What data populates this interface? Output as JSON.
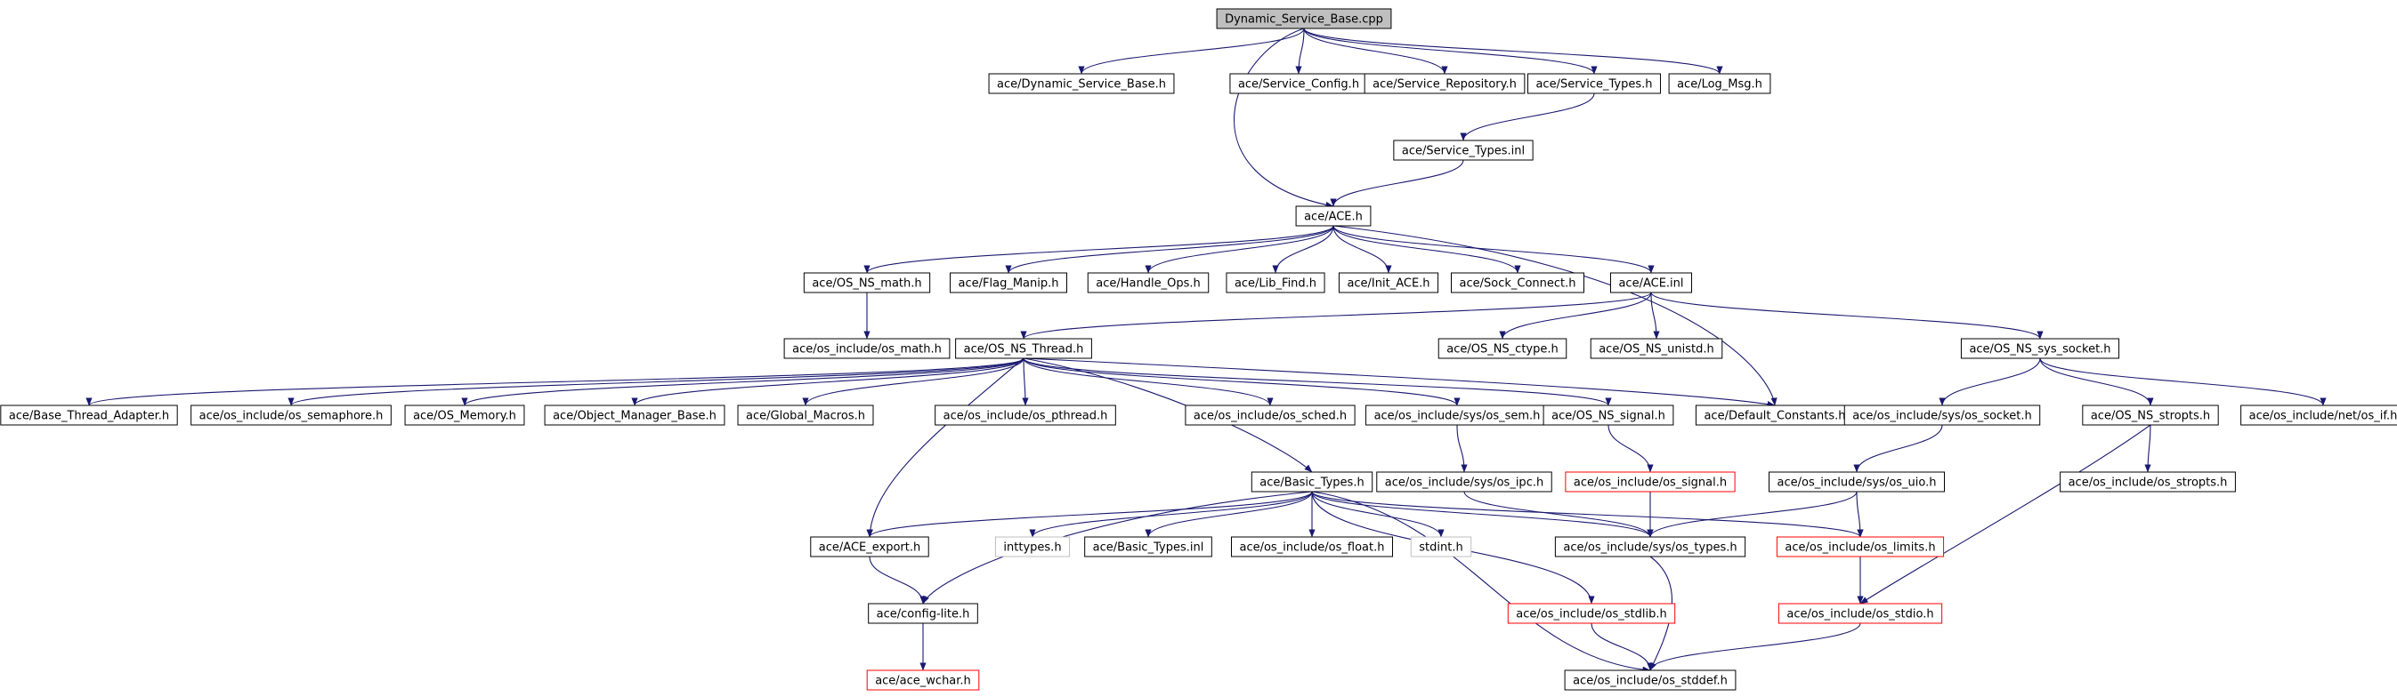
{
  "title": "Dynamic_Service_Base.cpp",
  "colors": {
    "edge": "#191970",
    "root_fill": "#bfbfbf",
    "node_border": "#000000",
    "missing_border": "#ff0000",
    "system_border": "#bfbfbf"
  },
  "nodes": {
    "n_root": {
      "label": "Dynamic_Service_Base.cpp",
      "kind": "root"
    },
    "n_dsb_h": {
      "label": "ace/Dynamic_Service_Base.h",
      "kind": "normal"
    },
    "n_svc_config": {
      "label": "ace/Service_Config.h",
      "kind": "normal"
    },
    "n_svc_repo": {
      "label": "ace/Service_Repository.h",
      "kind": "normal"
    },
    "n_svc_types": {
      "label": "ace/Service_Types.h",
      "kind": "normal"
    },
    "n_log_msg": {
      "label": "ace/Log_Msg.h",
      "kind": "normal"
    },
    "n_svc_types_inl": {
      "label": "ace/Service_Types.inl",
      "kind": "normal"
    },
    "n_ace_h": {
      "label": "ace/ACE.h",
      "kind": "normal"
    },
    "n_os_ns_math": {
      "label": "ace/OS_NS_math.h",
      "kind": "normal"
    },
    "n_flag_manip": {
      "label": "ace/Flag_Manip.h",
      "kind": "normal"
    },
    "n_handle_ops": {
      "label": "ace/Handle_Ops.h",
      "kind": "normal"
    },
    "n_lib_find": {
      "label": "ace/Lib_Find.h",
      "kind": "normal"
    },
    "n_init_ace": {
      "label": "ace/Init_ACE.h",
      "kind": "normal"
    },
    "n_sock_connect": {
      "label": "ace/Sock_Connect.h",
      "kind": "normal"
    },
    "n_ace_inl": {
      "label": "ace/ACE.inl",
      "kind": "normal"
    },
    "n_os_math": {
      "label": "ace/os_include/os_math.h",
      "kind": "normal"
    },
    "n_os_ns_thread": {
      "label": "ace/OS_NS_Thread.h",
      "kind": "normal"
    },
    "n_os_ns_ctype": {
      "label": "ace/OS_NS_ctype.h",
      "kind": "normal"
    },
    "n_os_ns_unistd": {
      "label": "ace/OS_NS_unistd.h",
      "kind": "normal"
    },
    "n_os_ns_sys_socket": {
      "label": "ace/OS_NS_sys_socket.h",
      "kind": "normal"
    },
    "n_base_thread_adapter": {
      "label": "ace/Base_Thread_Adapter.h",
      "kind": "normal"
    },
    "n_os_semaphore": {
      "label": "ace/os_include/os_semaphore.h",
      "kind": "normal"
    },
    "n_os_memory": {
      "label": "ace/OS_Memory.h",
      "kind": "normal"
    },
    "n_object_manager_base": {
      "label": "ace/Object_Manager_Base.h",
      "kind": "normal"
    },
    "n_global_macros": {
      "label": "ace/Global_Macros.h",
      "kind": "normal"
    },
    "n_os_pthread": {
      "label": "ace/os_include/os_pthread.h",
      "kind": "normal"
    },
    "n_os_sched": {
      "label": "ace/os_include/os_sched.h",
      "kind": "normal"
    },
    "n_os_sem": {
      "label": "ace/os_include/sys/os_sem.h",
      "kind": "normal"
    },
    "n_os_ns_signal": {
      "label": "ace/OS_NS_signal.h",
      "kind": "normal"
    },
    "n_default_constants": {
      "label": "ace/Default_Constants.h",
      "kind": "normal"
    },
    "n_os_sys_socket": {
      "label": "ace/os_include/sys/os_socket.h",
      "kind": "normal"
    },
    "n_os_ns_stropts": {
      "label": "ace/OS_NS_stropts.h",
      "kind": "normal"
    },
    "n_os_net_if": {
      "label": "ace/os_include/net/os_if.h",
      "kind": "normal"
    },
    "n_basic_types": {
      "label": "ace/Basic_Types.h",
      "kind": "normal"
    },
    "n_os_ipc": {
      "label": "ace/os_include/sys/os_ipc.h",
      "kind": "normal"
    },
    "n_os_signal": {
      "label": "ace/os_include/os_signal.h",
      "kind": "missing"
    },
    "n_os_uio": {
      "label": "ace/os_include/sys/os_uio.h",
      "kind": "normal"
    },
    "n_os_stropts": {
      "label": "ace/os_include/os_stropts.h",
      "kind": "normal"
    },
    "n_ace_export": {
      "label": "ace/ACE_export.h",
      "kind": "normal"
    },
    "n_inttypes": {
      "label": "inttypes.h",
      "kind": "system"
    },
    "n_basic_types_inl": {
      "label": "ace/Basic_Types.inl",
      "kind": "normal"
    },
    "n_os_float": {
      "label": "ace/os_include/os_float.h",
      "kind": "normal"
    },
    "n_stdint": {
      "label": "stdint.h",
      "kind": "system"
    },
    "n_os_sys_types": {
      "label": "ace/os_include/sys/os_types.h",
      "kind": "normal"
    },
    "n_os_limits": {
      "label": "ace/os_include/os_limits.h",
      "kind": "missing"
    },
    "n_config_lite": {
      "label": "ace/config-lite.h",
      "kind": "normal"
    },
    "n_os_stdlib": {
      "label": "ace/os_include/os_stdlib.h",
      "kind": "missing"
    },
    "n_os_stdio": {
      "label": "ace/os_include/os_stdio.h",
      "kind": "missing"
    },
    "n_ace_wchar": {
      "label": "ace/ace_wchar.h",
      "kind": "missing"
    },
    "n_os_stddef": {
      "label": "ace/os_include/os_stddef.h",
      "kind": "normal"
    }
  },
  "edges": [
    [
      "n_root",
      "n_dsb_h"
    ],
    [
      "n_root",
      "n_svc_config"
    ],
    [
      "n_root",
      "n_svc_repo"
    ],
    [
      "n_root",
      "n_svc_types"
    ],
    [
      "n_root",
      "n_log_msg"
    ],
    [
      "n_root",
      "n_ace_h"
    ],
    [
      "n_svc_types",
      "n_svc_types_inl"
    ],
    [
      "n_svc_types_inl",
      "n_ace_h"
    ],
    [
      "n_ace_h",
      "n_os_ns_math"
    ],
    [
      "n_ace_h",
      "n_flag_manip"
    ],
    [
      "n_ace_h",
      "n_handle_ops"
    ],
    [
      "n_ace_h",
      "n_lib_find"
    ],
    [
      "n_ace_h",
      "n_init_ace"
    ],
    [
      "n_ace_h",
      "n_sock_connect"
    ],
    [
      "n_ace_h",
      "n_ace_inl"
    ],
    [
      "n_ace_h",
      "n_default_constants"
    ],
    [
      "n_os_ns_math",
      "n_os_math"
    ],
    [
      "n_ace_inl",
      "n_os_ns_thread"
    ],
    [
      "n_ace_inl",
      "n_os_ns_ctype"
    ],
    [
      "n_ace_inl",
      "n_os_ns_unistd"
    ],
    [
      "n_ace_inl",
      "n_os_ns_sys_socket"
    ],
    [
      "n_os_ns_thread",
      "n_base_thread_adapter"
    ],
    [
      "n_os_ns_thread",
      "n_os_semaphore"
    ],
    [
      "n_os_ns_thread",
      "n_os_memory"
    ],
    [
      "n_os_ns_thread",
      "n_object_manager_base"
    ],
    [
      "n_os_ns_thread",
      "n_global_macros"
    ],
    [
      "n_os_ns_thread",
      "n_os_pthread"
    ],
    [
      "n_os_ns_thread",
      "n_os_sched"
    ],
    [
      "n_os_ns_thread",
      "n_os_sem"
    ],
    [
      "n_os_ns_thread",
      "n_os_ns_signal"
    ],
    [
      "n_os_ns_thread",
      "n_default_constants"
    ],
    [
      "n_os_ns_thread",
      "n_basic_types"
    ],
    [
      "n_os_ns_thread",
      "n_ace_export"
    ],
    [
      "n_os_ns_sys_socket",
      "n_os_sys_socket"
    ],
    [
      "n_os_ns_sys_socket",
      "n_os_ns_stropts"
    ],
    [
      "n_os_ns_sys_socket",
      "n_os_net_if"
    ],
    [
      "n_os_sem",
      "n_os_ipc"
    ],
    [
      "n_os_ns_signal",
      "n_os_signal"
    ],
    [
      "n_os_sys_socket",
      "n_os_uio"
    ],
    [
      "n_os_ns_stropts",
      "n_os_stropts"
    ],
    [
      "n_os_ns_stropts",
      "n_os_stdio"
    ],
    [
      "n_basic_types",
      "n_ace_export"
    ],
    [
      "n_basic_types",
      "n_inttypes"
    ],
    [
      "n_basic_types",
      "n_basic_types_inl"
    ],
    [
      "n_basic_types",
      "n_os_float"
    ],
    [
      "n_basic_types",
      "n_stdint"
    ],
    [
      "n_basic_types",
      "n_os_sys_types"
    ],
    [
      "n_basic_types",
      "n_os_limits"
    ],
    [
      "n_basic_types",
      "n_os_stdlib"
    ],
    [
      "n_basic_types",
      "n_os_stddef"
    ],
    [
      "n_basic_types",
      "n_config_lite"
    ],
    [
      "n_os_ipc",
      "n_os_sys_types"
    ],
    [
      "n_os_signal",
      "n_os_sys_types"
    ],
    [
      "n_os_uio",
      "n_os_sys_types"
    ],
    [
      "n_os_uio",
      "n_os_limits"
    ],
    [
      "n_ace_export",
      "n_config_lite"
    ],
    [
      "n_config_lite",
      "n_ace_wchar"
    ],
    [
      "n_os_sys_types",
      "n_os_stddef"
    ],
    [
      "n_os_stdlib",
      "n_os_stddef"
    ],
    [
      "n_os_limits",
      "n_os_stdio"
    ],
    [
      "n_os_stdio",
      "n_os_stddef"
    ]
  ]
}
